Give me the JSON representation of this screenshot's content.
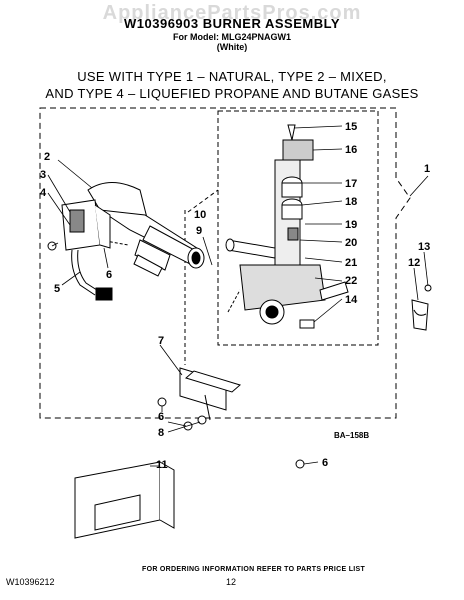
{
  "header": {
    "watermark": "AppliancePartsPros.com",
    "title": "W10396903 BURNER ASSEMBLY",
    "model": "For Model: MLG24PNAGW1",
    "model_color": "(White)"
  },
  "usage": {
    "line1": "USE WITH TYPE 1 – NATURAL, TYPE 2 – MIXED,",
    "line2": "AND TYPE 4 – LIQUEFIED PROPANE AND BUTANE GASES"
  },
  "callouts": {
    "c1": "1",
    "c2": "2",
    "c3": "3",
    "c4": "4",
    "c5": "5",
    "c6a": "6",
    "c6b": "6",
    "c6c": "6",
    "c7": "7",
    "c8": "8",
    "c9": "9",
    "c10": "10",
    "c11": "11",
    "c12": "12",
    "c13": "13",
    "c14": "14",
    "c15": "15",
    "c16": "16",
    "c17": "17",
    "c18": "18",
    "c19": "19",
    "c20": "20",
    "c21": "21",
    "c22": "22"
  },
  "ref_code": "BA–158B",
  "footer": {
    "doc_code": "W10396212",
    "page": "12",
    "note": "FOR ORDERING INFORMATION REFER TO PARTS PRICE LIST"
  }
}
